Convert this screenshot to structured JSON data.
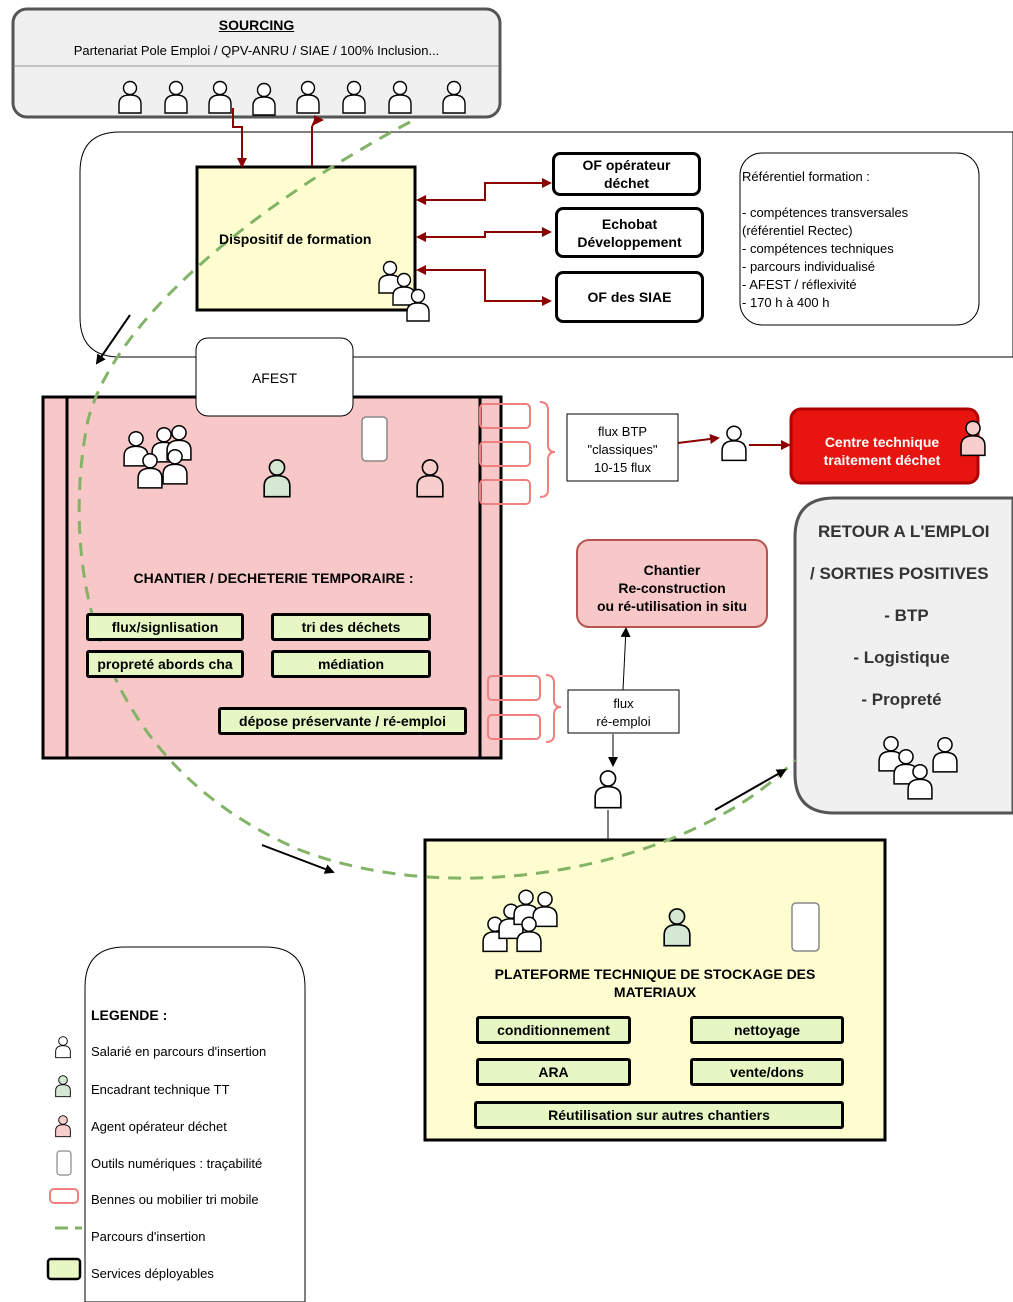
{
  "sourcing": {
    "title": "SOURCING",
    "subtitle": "Partenariat Pole Emploi / QPV-ANRU / SIAE / 100% Inclusion..."
  },
  "formation": {
    "dispositif": "Dispositif de formation",
    "of_operateur": [
      "OF opérateur",
      "déchet"
    ],
    "echobat": [
      "Echobat",
      "Développement"
    ],
    "of_siae": "OF des SIAE",
    "referentiel_title": "Référentiel formation :",
    "referentiel_items": [
      "- compétences transversales",
      "(référentiel Rectec)",
      "- compétences techniques",
      "- parcours individualisé",
      "- AFEST / réflexivité",
      "- 170 h à 400 h"
    ]
  },
  "afest": "AFEST",
  "chantier": {
    "title": "CHANTIER / DECHETERIE TEMPORAIRE :",
    "services": [
      "flux/signlisation",
      "tri des déchets",
      "propreté abords cha",
      "médiation",
      "dépose préservante / ré-emploi"
    ]
  },
  "flux_btp": [
    "flux BTP",
    "\"classiques\"",
    "10-15 flux"
  ],
  "centre_technique": [
    "Centre technique",
    "traitement déchet"
  ],
  "chantier_reconstruction": [
    "Chantier",
    "Re-construction",
    "ou ré-utilisation in situ"
  ],
  "flux_reemploi": [
    "flux",
    "ré-emploi"
  ],
  "retour": {
    "lines": [
      "RETOUR A L'EMPLOI",
      "/ SORTIES POSITIVES",
      "- BTP",
      "- Logistique",
      "- Propreté"
    ]
  },
  "plateforme": {
    "title": [
      "PLATEFORME TECHNIQUE DE STOCKAGE DES",
      "MATERIAUX"
    ],
    "services": [
      "conditionnement",
      "nettoyage",
      "ARA",
      "vente/dons",
      "Réutilisation sur autres chantiers"
    ]
  },
  "legend": {
    "title": "LEGENDE :",
    "items": [
      {
        "icon": "person-outline-icon",
        "label": "Salarié en parcours d'insertion"
      },
      {
        "icon": "person-green-icon",
        "label": "Encadrant technique TT"
      },
      {
        "icon": "person-red-icon",
        "label": "Agent opérateur déchet"
      },
      {
        "icon": "phone-icon",
        "label": "Outils numériques : traçabilité"
      },
      {
        "icon": "bin-icon",
        "label": "Bennes ou mobilier tri mobile"
      },
      {
        "icon": "dashed-line-icon",
        "label": "Parcours d'insertion"
      },
      {
        "icon": "service-box-icon",
        "label": "Services déployables"
      }
    ]
  },
  "colors": {
    "yellow_fill": "#fdfdd0",
    "pink_fill": "#f8c8c8",
    "service_fill": "#e6f7c4",
    "red_fill": "#e8140f",
    "grey_fill": "#f0f0f0",
    "dark_red_arrow": "#8b0000",
    "green_dash": "#82b366",
    "green_person": "#d5e8d4",
    "red_person": "#f8cecc"
  }
}
